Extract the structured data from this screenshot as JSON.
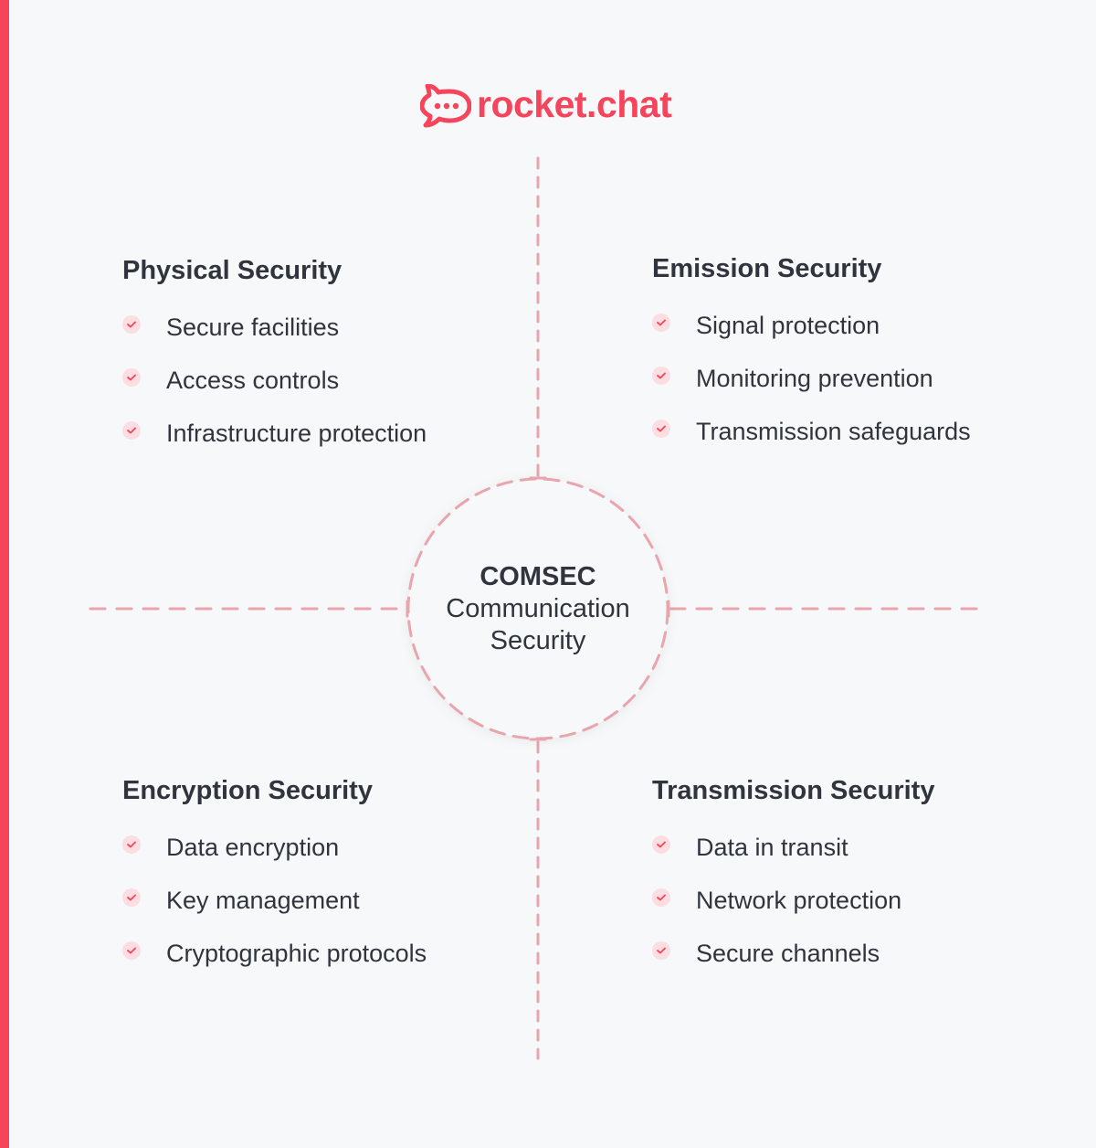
{
  "brand": {
    "name": "rocket.chat",
    "color": "#f5455c",
    "icon": "chat-bubble-icon"
  },
  "center": {
    "title": "COMSEC",
    "subtitle_line1": "Communication",
    "subtitle_line2": "Security"
  },
  "colors": {
    "background": "#f7f8fa",
    "accent": "#f5455c",
    "dashed_line": "#e8a5ae",
    "check_bg": "#fbdde2",
    "text": "#2f343d"
  },
  "quadrants": [
    {
      "title": "Physical Security",
      "items": [
        {
          "label": "Secure facilities",
          "icon": "check-icon"
        },
        {
          "label": "Access controls",
          "icon": "check-icon"
        },
        {
          "label": "Infrastructure protection",
          "icon": "check-icon"
        }
      ]
    },
    {
      "title": "Emission Security",
      "items": [
        {
          "label": "Signal protection",
          "icon": "check-icon"
        },
        {
          "label": "Monitoring prevention",
          "icon": "check-icon"
        },
        {
          "label": "Transmission safeguards",
          "icon": "check-icon"
        }
      ]
    },
    {
      "title": "Encryption Security",
      "items": [
        {
          "label": "Data encryption",
          "icon": "check-icon"
        },
        {
          "label": "Key management",
          "icon": "check-icon"
        },
        {
          "label": "Cryptographic protocols",
          "icon": "check-icon"
        }
      ]
    },
    {
      "title": "Transmission Security",
      "items": [
        {
          "label": "Data in transit",
          "icon": "check-icon"
        },
        {
          "label": "Network protection",
          "icon": "check-icon"
        },
        {
          "label": "Secure channels",
          "icon": "check-icon"
        }
      ]
    }
  ]
}
